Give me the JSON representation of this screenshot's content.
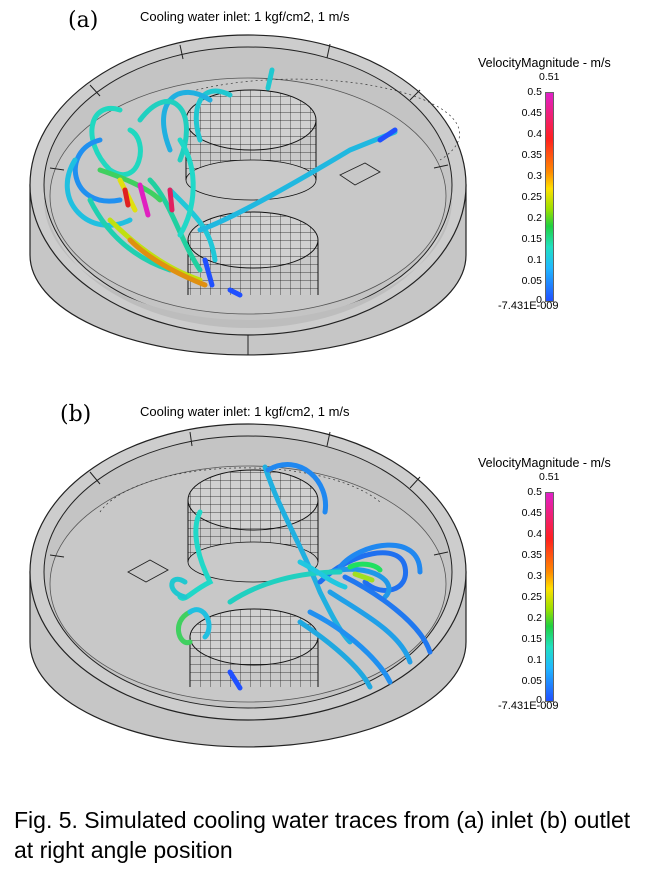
{
  "panels": [
    {
      "id": "a",
      "label": "(a)",
      "title": "Cooling water inlet: 1 kgf/cm2, 1 m/s"
    },
    {
      "id": "b",
      "label": "(b)",
      "title": "Cooling water inlet: 1 kgf/cm2, 1 m/s"
    }
  ],
  "legend": {
    "title": "VelocityMagnitude - m/s",
    "max_label": "0.51",
    "min_label": "-7.431E-009",
    "ticks": [
      "0.5",
      "0.45",
      "0.4",
      "0.35",
      "0.3",
      "0.25",
      "0.2",
      "0.15",
      "0.1",
      "0.05",
      "0"
    ]
  },
  "caption": "Fig. 5. Simulated cooling water traces from (a) inlet (b) outlet at right angle position"
}
